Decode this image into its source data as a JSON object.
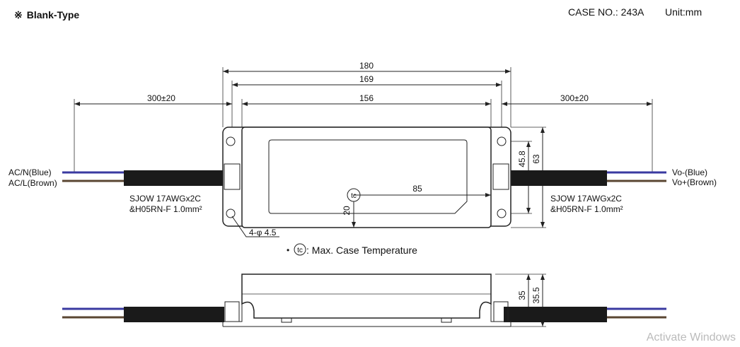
{
  "header": {
    "title_symbol": "※",
    "title": "Blank-Type",
    "case_no": "CASE NO.: 243A",
    "unit": "Unit:mm"
  },
  "dimensions": {
    "overall_length": "180",
    "hole_pitch": "169",
    "body_length": "156",
    "left_cable": "300±20",
    "right_cable": "300±20",
    "hole_spacing": "45.8",
    "width": "63",
    "tc_x": "85",
    "tc_y": "20",
    "holes": "4-φ 4.5",
    "height": "35",
    "height_total": "35.5"
  },
  "wires": {
    "input_neutral": "AC/N(Blue)",
    "input_live": "AC/L(Brown)",
    "output_neg": "Vo-(Blue)",
    "output_pos": "Vo+(Brown)",
    "cable_spec_1": "SJOW 17AWGx2C",
    "cable_spec_2": "&H05RN-F 1.0mm²"
  },
  "legend": {
    "bullet": "•",
    "tc_symbol": "tc",
    "text": ": Max. Case Temperature"
  },
  "colors": {
    "blue_wire": "#3a3aa0",
    "brown_wire": "#5a4632",
    "cable": "#1a1a1a"
  },
  "watermark": "Activate Windows"
}
